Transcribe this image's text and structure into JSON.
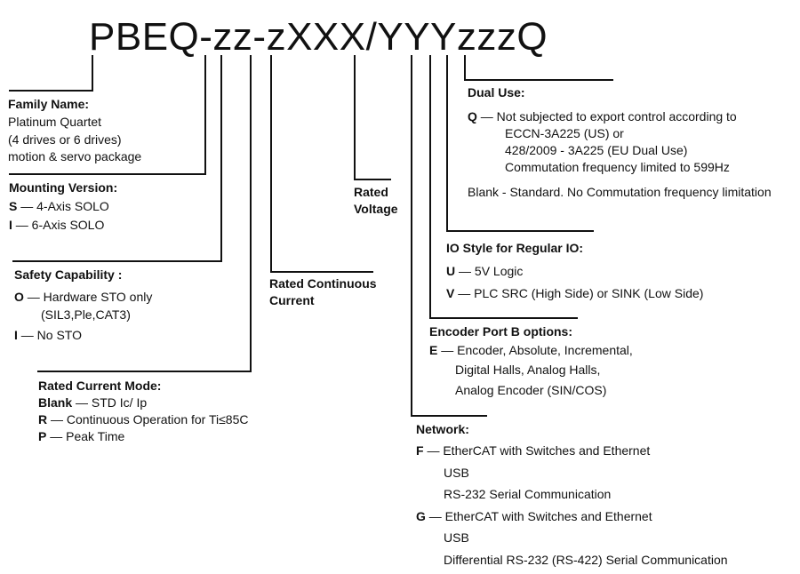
{
  "part_code": "PBEQ-zz-zXXX/YYYzzzQ",
  "family": {
    "title": "Family Name:",
    "lines": [
      "Platinum Quartet",
      "(4 drives or 6 drives)",
      "motion & servo package"
    ]
  },
  "mounting": {
    "title": "Mounting Version:",
    "items": [
      {
        "code": "S",
        "sep": " — ",
        "text": "4-Axis SOLO"
      },
      {
        "code": "I",
        "sep": " — ",
        "text": "6-Axis SOLO"
      }
    ]
  },
  "safety": {
    "title": "Safety Capability :",
    "items": [
      {
        "code": "O",
        "sep": " — ",
        "text": "Hardware STO only"
      },
      {
        "code": "",
        "sep": "",
        "text": "(SIL3,Ple,CAT3)"
      },
      {
        "code": "I",
        "sep": " — ",
        "text": "No STO"
      }
    ]
  },
  "current_mode": {
    "title": "Rated Current Mode:",
    "items": [
      {
        "code": "Blank",
        "sep": " —  ",
        "text": "STD Ic/ Ip"
      },
      {
        "code": "R",
        "sep": " —  ",
        "text": "Continuous Operation  for Ti≤85C"
      },
      {
        "code": "P",
        "sep": " —  ",
        "text": "Peak Time"
      }
    ]
  },
  "rated_current": {
    "lines": [
      "Rated Continuous",
      "Current"
    ]
  },
  "rated_voltage": {
    "lines": [
      "Rated",
      "Voltage"
    ]
  },
  "dual_use": {
    "title": "Dual Use:",
    "q_code": "Q",
    "q_sep": "  —  ",
    "q_lines": [
      "Not subjected to export control according to",
      "ECCN-3A225 (US) or",
      "428/2009 - 3A225 (EU Dual Use)",
      "Commutation frequency limited to 599Hz"
    ],
    "blank_line": "Blank -  Standard. No Commutation frequency limitation"
  },
  "io_style": {
    "title": "IO Style for Regular IO:",
    "items": [
      {
        "code": "U",
        "sep": " —  ",
        "text": "5V Logic"
      },
      {
        "code": "V",
        "sep": " —  ",
        "text": "PLC SRC (High Side) or SINK (Low Side)"
      }
    ]
  },
  "encoder": {
    "title": "Encoder Port B options:",
    "code": "E",
    "sep": " — ",
    "lines": [
      "Encoder, Absolute, Incremental,",
      "Digital Halls, Analog Halls,",
      "Analog Encoder (SIN/COS)"
    ]
  },
  "network": {
    "title": "Network:",
    "f_code": "F",
    "f_sep": " — ",
    "f_lines": [
      "EtherCAT with Switches and Ethernet",
      "USB",
      "RS-232 Serial Communication"
    ],
    "g_code": "G",
    "g_sep": " — ",
    "g_lines": [
      "EtherCAT with Switches and Ethernet",
      "USB",
      "Differential RS-232 (RS-422) Serial Communication"
    ]
  }
}
